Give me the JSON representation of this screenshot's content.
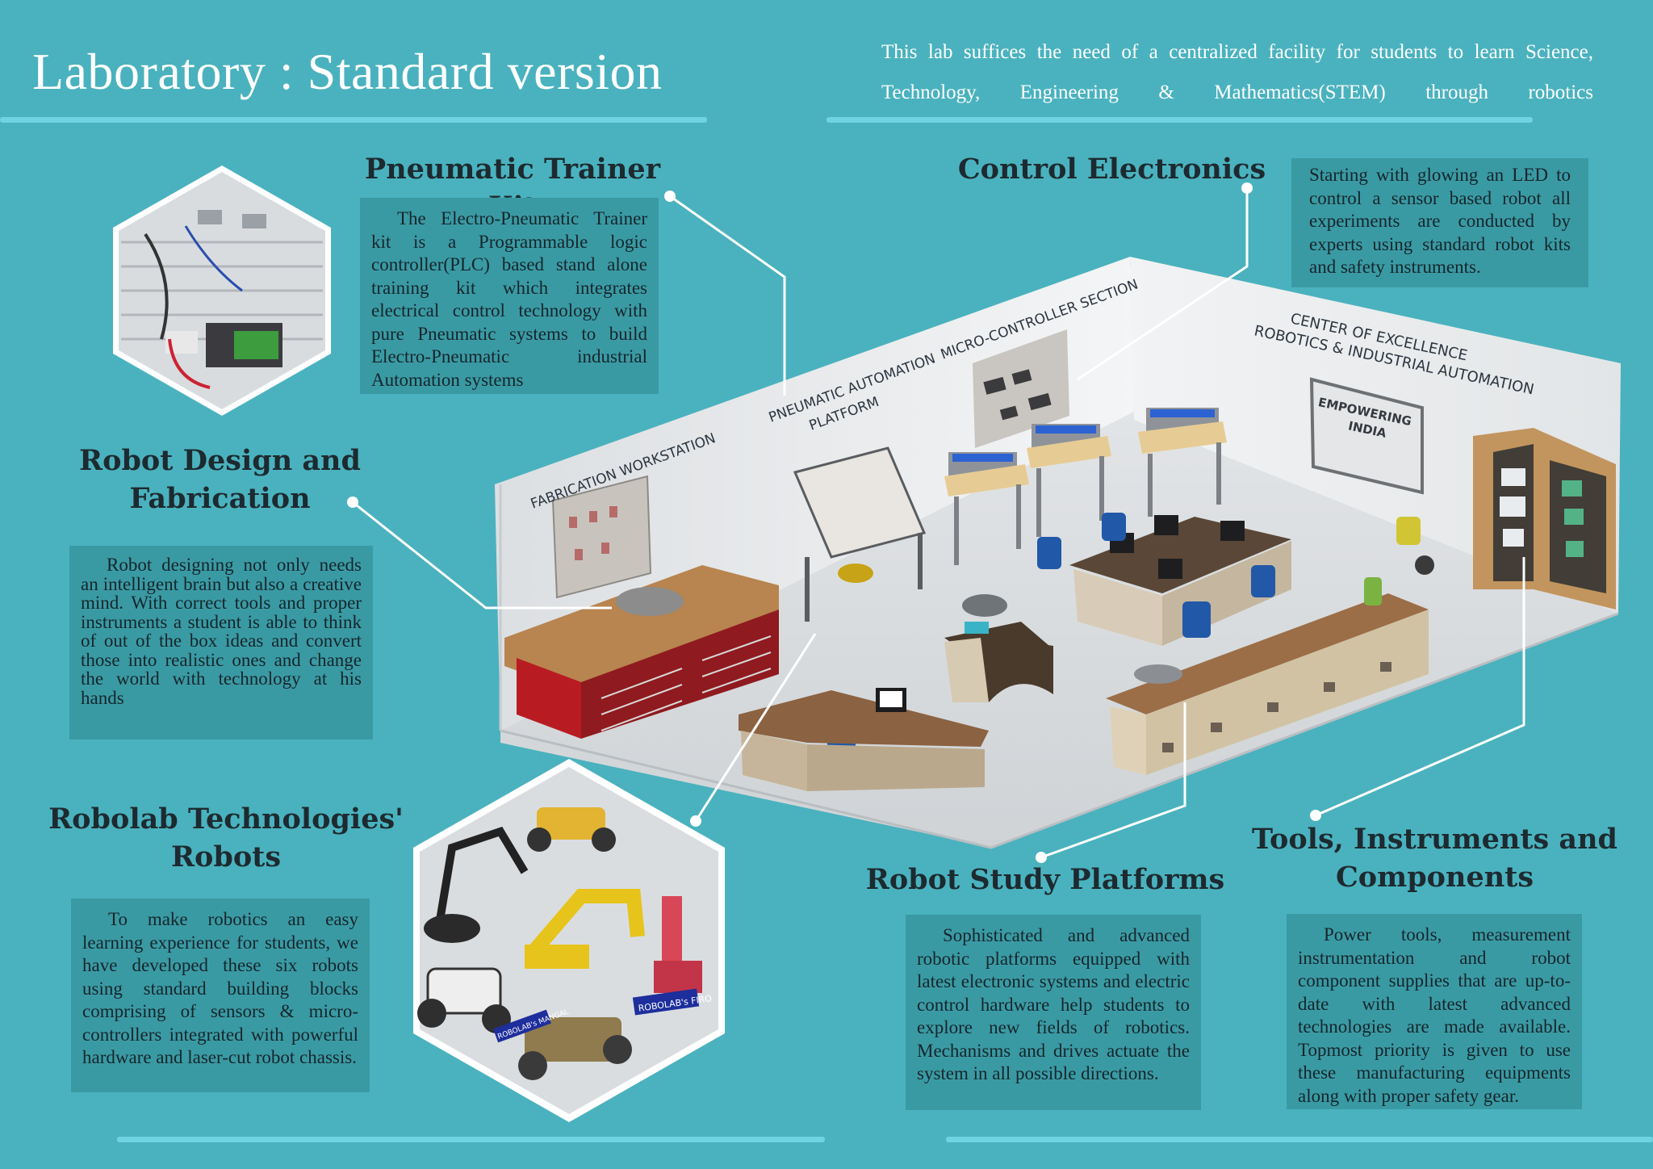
{
  "header": {
    "title": "Laboratory : Standard version",
    "intro": "This lab suffices the need of a centralized facility for students to learn Science, Technology, Engineering & Mathematics(STEM) through robotics"
  },
  "sections": {
    "pneumatic": {
      "title": "Pneumatic Trainer Kit",
      "text": "The Electro-Pneumatic Trainer kit is a Programmable logic controller(PLC) based stand alone training kit which integrates electrical control technology with pure Pneumatic systems to build Electro-Pneumatic industrial Automation systems"
    },
    "control": {
      "title": "Control Electronics",
      "text": "Starting with glowing an LED to control a sensor based robot all experiments are conducted by experts using standard robot kits and safety instruments."
    },
    "design": {
      "title_line1": "Robot Design and",
      "title_line2": "Fabrication",
      "text": "Robot designing not only needs an intelligent brain but also a creative mind. With correct tools and proper instruments a student is able to think of out of the box ideas and convert those into realistic ones and change the world with technology at his hands"
    },
    "robolab": {
      "title_line1": "Robolab Technologies'",
      "title_line2": "Robots",
      "text": "To make robotics an easy learning experience for students, we have developed these six robots using standard building blocks comprising of sensors & micro-controllers integrated with powerful hardware and laser-cut robot chassis."
    },
    "study": {
      "title": "Robot Study Platforms",
      "text": "Sophisticated and advanced robotic platforms equipped with latest electronic systems and electric control hardware help students to explore new fields of robotics. Mechanisms and drives actuate the system in all possible directions."
    },
    "tools": {
      "title_line1": "Tools, Instruments and",
      "title_line2": "Components",
      "text": "Power tools, measurement instrumentation and robot component supplies that are up-to-date with latest advanced technologies are made available. Topmost priority is given to use these manufacturing equipments along with proper safety gear."
    }
  },
  "lab_render": {
    "wall_labels": {
      "fabrication": "FABRICATION WORKSTATION",
      "pneumatic_l1": "PNEUMATIC AUTOMATION",
      "pneumatic_l2": "PLATFORM",
      "micro": "MICRO-CONTROLLER SECTION",
      "coe_l1": "CENTER OF EXCELLENCE",
      "coe_l2": "ROBOTICS & INDUSTRIAL AUTOMATION",
      "board_l1": "EMPOWERING",
      "board_l2": "INDIA"
    },
    "robot_tags": {
      "tag1": "ROBOLAB's MANGAL",
      "tag2": "ROBOLAB's FIRO"
    }
  },
  "colors": {
    "background": "#4ab2be",
    "panel": "#3a9aa4",
    "rule": "#6fd3e0",
    "title_dark": "#1d2a30"
  }
}
